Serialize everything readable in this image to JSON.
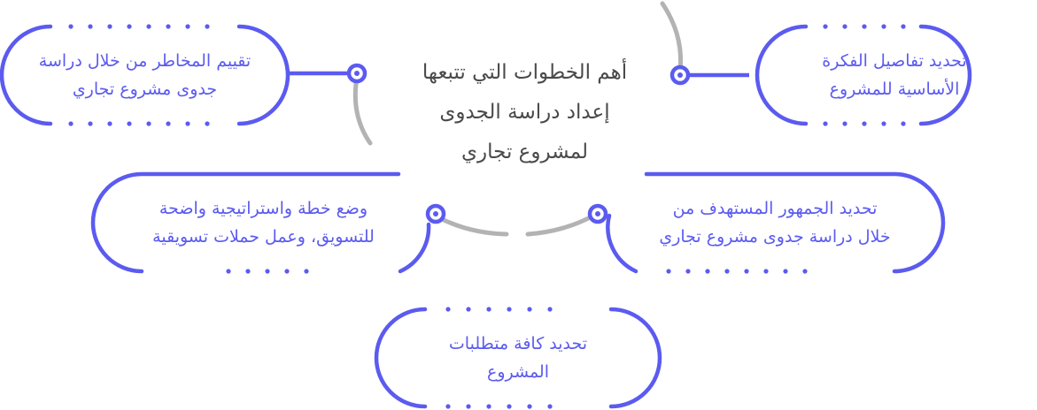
{
  "title_lines": [
    "أهم الخطوات التي تتبعها",
    "إعداد دراسة الجدوى",
    "لمشروع تجاري"
  ],
  "steps": [
    {
      "lines": [
        "تحديد تفاصيل الفكرة",
        "الأساسية للمشروع"
      ]
    },
    {
      "lines": [
        "تقييم المخاطر من خلال دراسة",
        "جدوى مشروع تجاري"
      ]
    },
    {
      "lines": [
        "تحديد الجمهور المستهدف من",
        "خلال دراسة جدوى مشروع تجاري"
      ]
    },
    {
      "lines": [
        "وضع خطة واستراتيجية واضحة",
        "للتسويق، وعمل حملات تسويقية"
      ]
    },
    {
      "lines": [
        "تحديد كافة متطلبات",
        "المشروع"
      ]
    }
  ],
  "colors": {
    "accent": "#5b5bf0",
    "connector": "#b3b3b3",
    "title_text": "#4a4a4a"
  }
}
